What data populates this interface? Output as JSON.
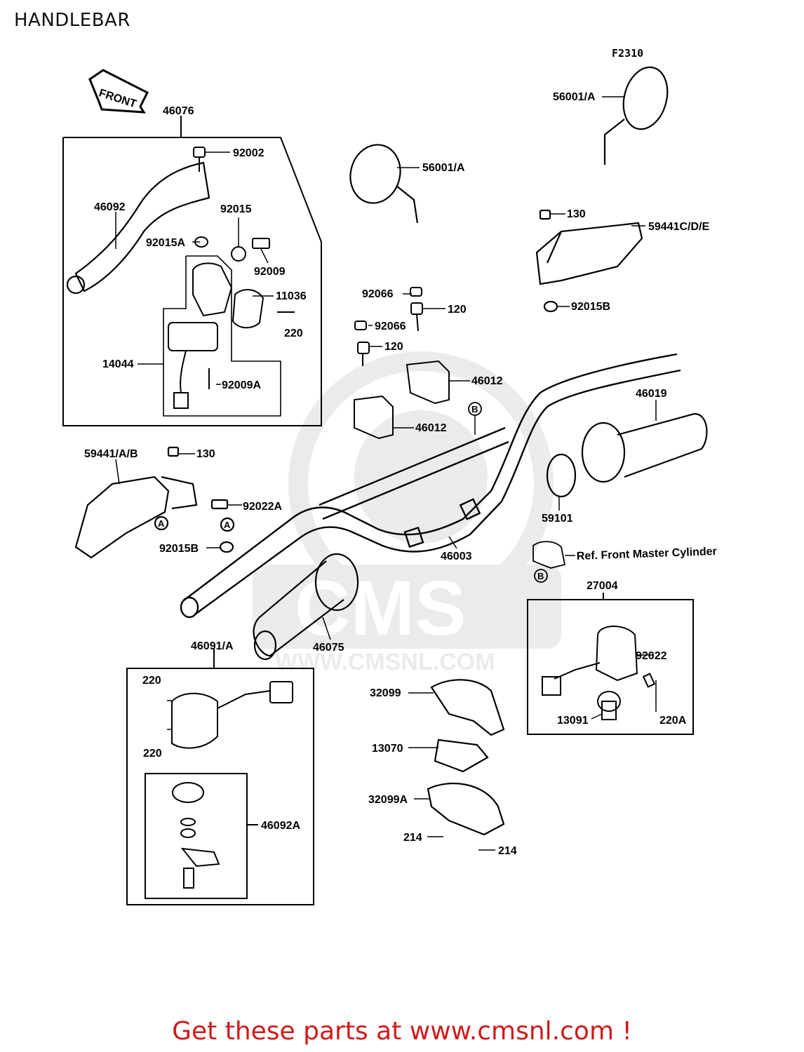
{
  "header": {
    "title": "HANDLEBAR"
  },
  "figure_code": "F2310",
  "front_arrow": "FRONT",
  "parts": [
    {
      "id": "p46076",
      "label": "46076"
    },
    {
      "id": "p92002",
      "label": "92002"
    },
    {
      "id": "p46092",
      "label": "46092"
    },
    {
      "id": "p92015",
      "label": "92015"
    },
    {
      "id": "p92015A",
      "label": "92015A"
    },
    {
      "id": "p92009",
      "label": "92009"
    },
    {
      "id": "p11036",
      "label": "11036"
    },
    {
      "id": "p220a",
      "label": "220"
    },
    {
      "id": "p14044",
      "label": "14044"
    },
    {
      "id": "p92009A",
      "label": "92009A"
    },
    {
      "id": "p56001A_l",
      "label": "56001/A"
    },
    {
      "id": "p56001A_r",
      "label": "56001/A"
    },
    {
      "id": "p130_r",
      "label": "130"
    },
    {
      "id": "p59441CDE",
      "label": "59441C/D/E"
    },
    {
      "id": "p92015B_r",
      "label": "92015B"
    },
    {
      "id": "p92066a",
      "label": "92066"
    },
    {
      "id": "p120a",
      "label": "120"
    },
    {
      "id": "p92066b",
      "label": "92066"
    },
    {
      "id": "p120b",
      "label": "120"
    },
    {
      "id": "p46012a",
      "label": "46012"
    },
    {
      "id": "p46012b",
      "label": "46012"
    },
    {
      "id": "p46019",
      "label": "46019"
    },
    {
      "id": "p59101",
      "label": "59101"
    },
    {
      "id": "p59441AB",
      "label": "59441/A/B"
    },
    {
      "id": "p130_l",
      "label": "130"
    },
    {
      "id": "p92022A",
      "label": "92022A"
    },
    {
      "id": "p92015B_l",
      "label": "92015B"
    },
    {
      "id": "p46003",
      "label": "46003"
    },
    {
      "id": "pRefFMC",
      "label": "Ref. Front Master Cylinder"
    },
    {
      "id": "p27004",
      "label": "27004"
    },
    {
      "id": "p46075",
      "label": "46075"
    },
    {
      "id": "p46091A",
      "label": "46091/A"
    },
    {
      "id": "p220b",
      "label": "220"
    },
    {
      "id": "p220c",
      "label": "220"
    },
    {
      "id": "p46092A",
      "label": "46092A"
    },
    {
      "id": "p32099",
      "label": "32099"
    },
    {
      "id": "p13070",
      "label": "13070"
    },
    {
      "id": "p32099A",
      "label": "32099A"
    },
    {
      "id": "p214a",
      "label": "214"
    },
    {
      "id": "p214b",
      "label": "214"
    },
    {
      "id": "p92022",
      "label": "92022"
    },
    {
      "id": "p13091",
      "label": "13091"
    },
    {
      "id": "p220A",
      "label": "220A"
    }
  ],
  "ref_markers": {
    "A": "A",
    "B": "B"
  },
  "watermark": {
    "brand": "CMS",
    "url": "WWW.CMSNL.COM"
  },
  "footer": {
    "cta": "Get these parts at www.cmsnl.com !"
  }
}
